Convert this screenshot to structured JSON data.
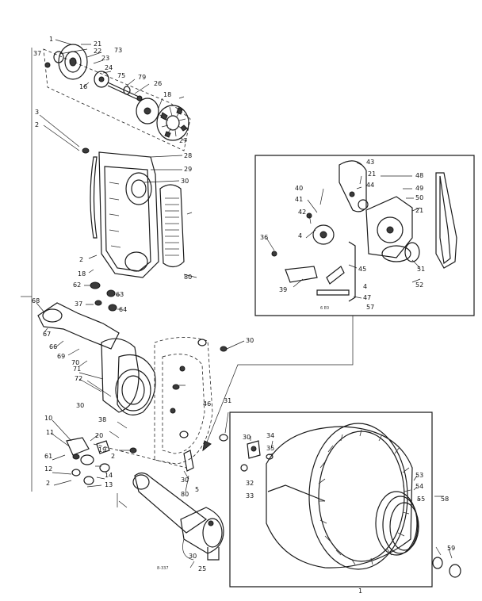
{
  "callouts": [
    {
      "id": "c1a",
      "text": "1"
    },
    {
      "id": "c21a",
      "text": "21"
    },
    {
      "id": "c37a",
      "text": "37"
    },
    {
      "id": "c22",
      "text": "22"
    },
    {
      "id": "c73",
      "text": "73"
    },
    {
      "id": "c23",
      "text": "23"
    },
    {
      "id": "c24",
      "text": "24"
    },
    {
      "id": "c75",
      "text": "75"
    },
    {
      "id": "c16",
      "text": "16"
    },
    {
      "id": "c79",
      "text": "79"
    },
    {
      "id": "c26",
      "text": "26"
    },
    {
      "id": "c18a",
      "text": "18"
    },
    {
      "id": "c27",
      "text": "27"
    },
    {
      "id": "c3",
      "text": "3"
    },
    {
      "id": "c2a",
      "text": "2"
    },
    {
      "id": "c28",
      "text": "28"
    },
    {
      "id": "c29",
      "text": "29"
    },
    {
      "id": "c30a",
      "text": "30"
    },
    {
      "id": "c2b",
      "text": "2"
    },
    {
      "id": "c18b",
      "text": "18"
    },
    {
      "id": "c80a",
      "text": "80"
    },
    {
      "id": "c62",
      "text": "62"
    },
    {
      "id": "c63",
      "text": "63"
    },
    {
      "id": "c68",
      "text": "68"
    },
    {
      "id": "c37b",
      "text": "37"
    },
    {
      "id": "c64",
      "text": "64"
    },
    {
      "id": "c67",
      "text": "67"
    },
    {
      "id": "c66",
      "text": "66"
    },
    {
      "id": "c69",
      "text": "69"
    },
    {
      "id": "c70",
      "text": "70"
    },
    {
      "id": "c71",
      "text": "71"
    },
    {
      "id": "c72",
      "text": "72"
    },
    {
      "id": "c30b",
      "text": "30"
    },
    {
      "id": "c43",
      "text": "43"
    },
    {
      "id": "c21b",
      "text": "21"
    },
    {
      "id": "c44",
      "text": "44"
    },
    {
      "id": "c48",
      "text": "48"
    },
    {
      "id": "c40",
      "text": "40"
    },
    {
      "id": "c49",
      "text": "49"
    },
    {
      "id": "c41",
      "text": "41"
    },
    {
      "id": "c50",
      "text": "50"
    },
    {
      "id": "c42",
      "text": "42"
    },
    {
      "id": "c21c",
      "text": "21"
    },
    {
      "id": "c36",
      "text": "36"
    },
    {
      "id": "c4a",
      "text": "4"
    },
    {
      "id": "c51",
      "text": "51"
    },
    {
      "id": "c45",
      "text": "45"
    },
    {
      "id": "c39",
      "text": "39"
    },
    {
      "id": "c52",
      "text": "52"
    },
    {
      "id": "c4b",
      "text": "4"
    },
    {
      "id": "c47",
      "text": "47"
    },
    {
      "id": "c57",
      "text": "57"
    },
    {
      "id": "c10",
      "text": "10"
    },
    {
      "id": "c30c",
      "text": "30"
    },
    {
      "id": "c38",
      "text": "38"
    },
    {
      "id": "c11",
      "text": "11"
    },
    {
      "id": "c20",
      "text": "20"
    },
    {
      "id": "c61",
      "text": "61"
    },
    {
      "id": "c19",
      "text": "19"
    },
    {
      "id": "c2c",
      "text": "2"
    },
    {
      "id": "c12",
      "text": "12"
    },
    {
      "id": "c14",
      "text": "14"
    },
    {
      "id": "c2d",
      "text": "2"
    },
    {
      "id": "c13",
      "text": "13"
    },
    {
      "id": "c80b",
      "text": "80"
    },
    {
      "id": "c30d",
      "text": "30"
    },
    {
      "id": "c31",
      "text": "31"
    },
    {
      "id": "c30e",
      "text": "30"
    },
    {
      "id": "c34",
      "text": "34"
    },
    {
      "id": "c35",
      "text": "35"
    },
    {
      "id": "c32",
      "text": "32"
    },
    {
      "id": "c33",
      "text": "33"
    },
    {
      "id": "c53",
      "text": "53"
    },
    {
      "id": "c54",
      "text": "54"
    },
    {
      "id": "c58",
      "text": "58"
    },
    {
      "id": "c55",
      "text": "55"
    },
    {
      "id": "c30f",
      "text": "30"
    },
    {
      "id": "c25",
      "text": "25"
    },
    {
      "id": "c5",
      "text": "5"
    },
    {
      "id": "c1b",
      "text": "1"
    },
    {
      "id": "c46",
      "text": "46"
    },
    {
      "id": "c59",
      "text": "59"
    }
  ],
  "drawing_code": "8-337"
}
